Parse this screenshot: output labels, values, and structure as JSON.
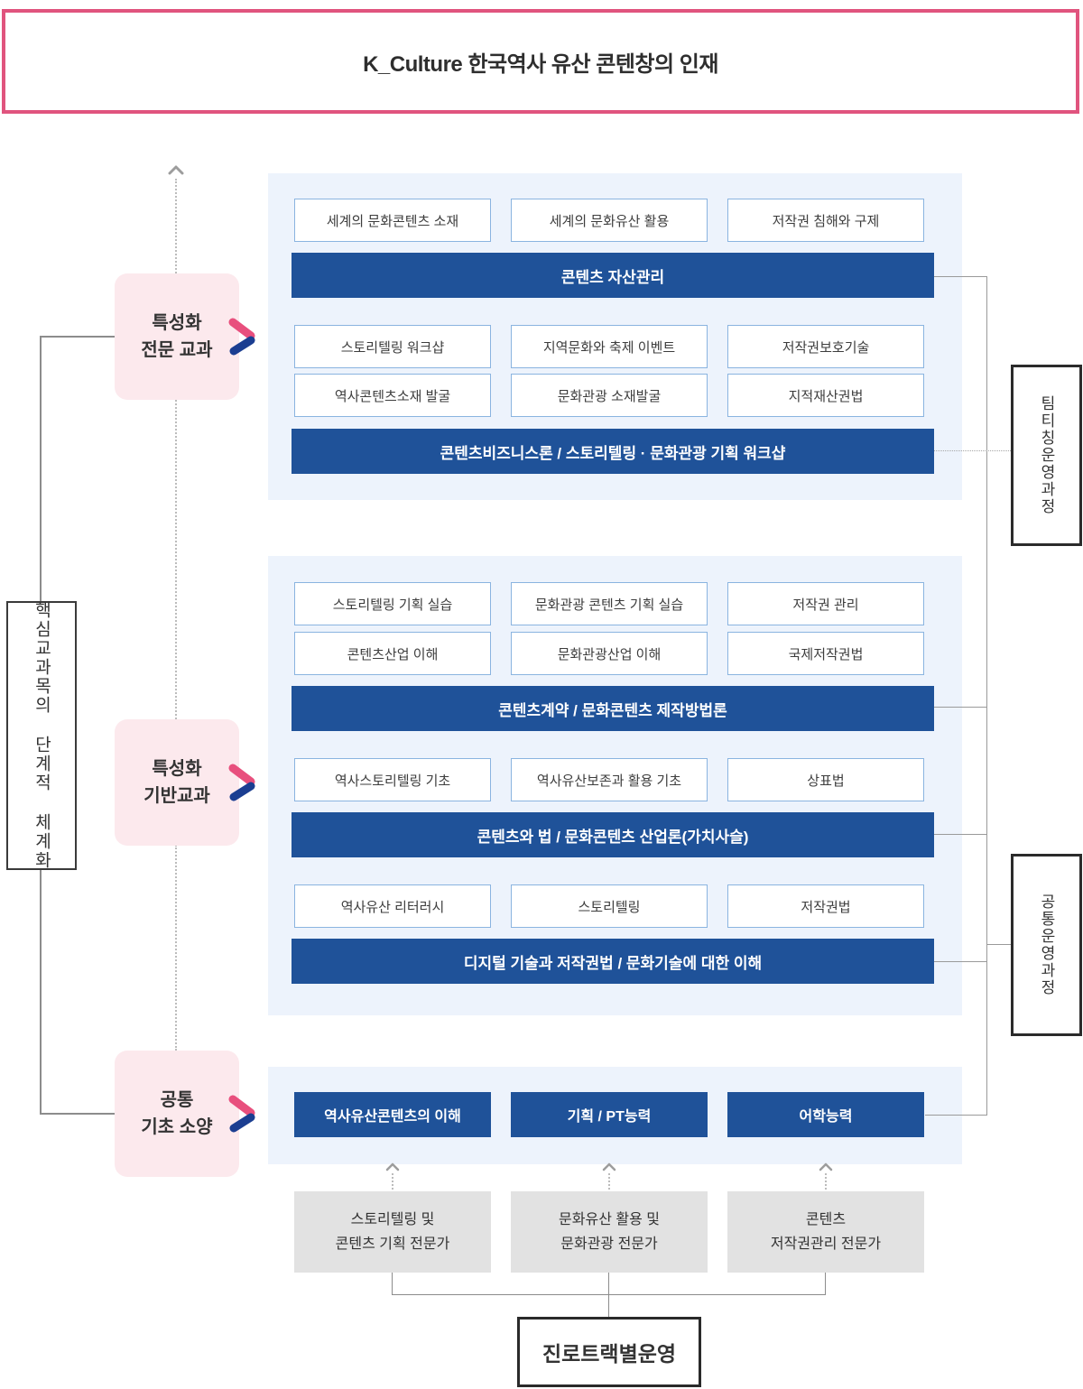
{
  "title": "K_Culture 한국역사 유산 콘텐창의 인재",
  "colors": {
    "header_border_pink": "#e0547e",
    "panel_bg": "#edf3fc",
    "bar_blue": "#1f5299",
    "course_box_border": "#8ab4e0",
    "pink_box_bg": "#fce9ed",
    "chevron_pink": "#e84f7d",
    "chevron_navy": "#1b3e91",
    "career_box_gray": "#e2e2e2"
  },
  "left_axis": {
    "label": "핵심교과목의 단계적 체계화"
  },
  "levels": {
    "advanced": {
      "line1": "특성화",
      "line2": "전문 교과"
    },
    "foundation": {
      "line1": "특성화",
      "line2": "기반교과"
    },
    "basic": {
      "line1": "공통",
      "line2": "기초 소양"
    }
  },
  "advanced_panel": {
    "row1": [
      "세계의 문화콘텐츠 소재",
      "세계의 문화유산 활용",
      "저작권 침해와 구제"
    ],
    "bar1": "콘텐츠 자산관리",
    "row2": [
      "스토리텔링 워크샵",
      "지역문화와 축제 이벤트",
      "저작권보호기술"
    ],
    "row3": [
      "역사콘텐츠소재 발굴",
      "문화관광 소재발굴",
      "지적재산권법"
    ],
    "bar2": "콘텐츠비즈니스론 / 스토리텔링 · 문화관광 기획 워크샵"
  },
  "foundation_panel": {
    "row1": [
      "스토리텔링 기획 실습",
      "문화관광 콘텐츠 기획 실습",
      "저작권 관리"
    ],
    "row2": [
      "콘텐츠산업 이해",
      "문화관광산업 이해",
      "국제저작권법"
    ],
    "bar1": "콘텐츠계약 / 문화콘텐츠 제작방법론",
    "row3": [
      "역사스토리텔링 기초",
      "역사유산보존과 활용 기초",
      "상표법"
    ],
    "bar2": "콘텐츠와 법 / 문화콘텐츠 산업론(가치사슬)",
    "row4": [
      "역사유산 리터러시",
      "스토리텔링",
      "저작권법"
    ],
    "bar3": "디지털 기술과 저작권법 / 문화기술에 대한 이해"
  },
  "basic_panel": {
    "items": [
      "역사유산콘텐츠의 이해",
      "기획 / PT능력",
      "어학능력"
    ]
  },
  "programs": {
    "team_teaching": "팀티칭운영과정",
    "common_operation": "공통운영과정"
  },
  "careers": {
    "tracks": [
      {
        "line1": "스토리텔링 및",
        "line2": "콘텐츠 기획 전문가"
      },
      {
        "line1": "문화유산 활용 및",
        "line2": "문화관광 전문가"
      },
      {
        "line1": "콘텐츠",
        "line2": "저작권관리 전문가"
      }
    ],
    "operation_label": "진로트랙별운영"
  }
}
